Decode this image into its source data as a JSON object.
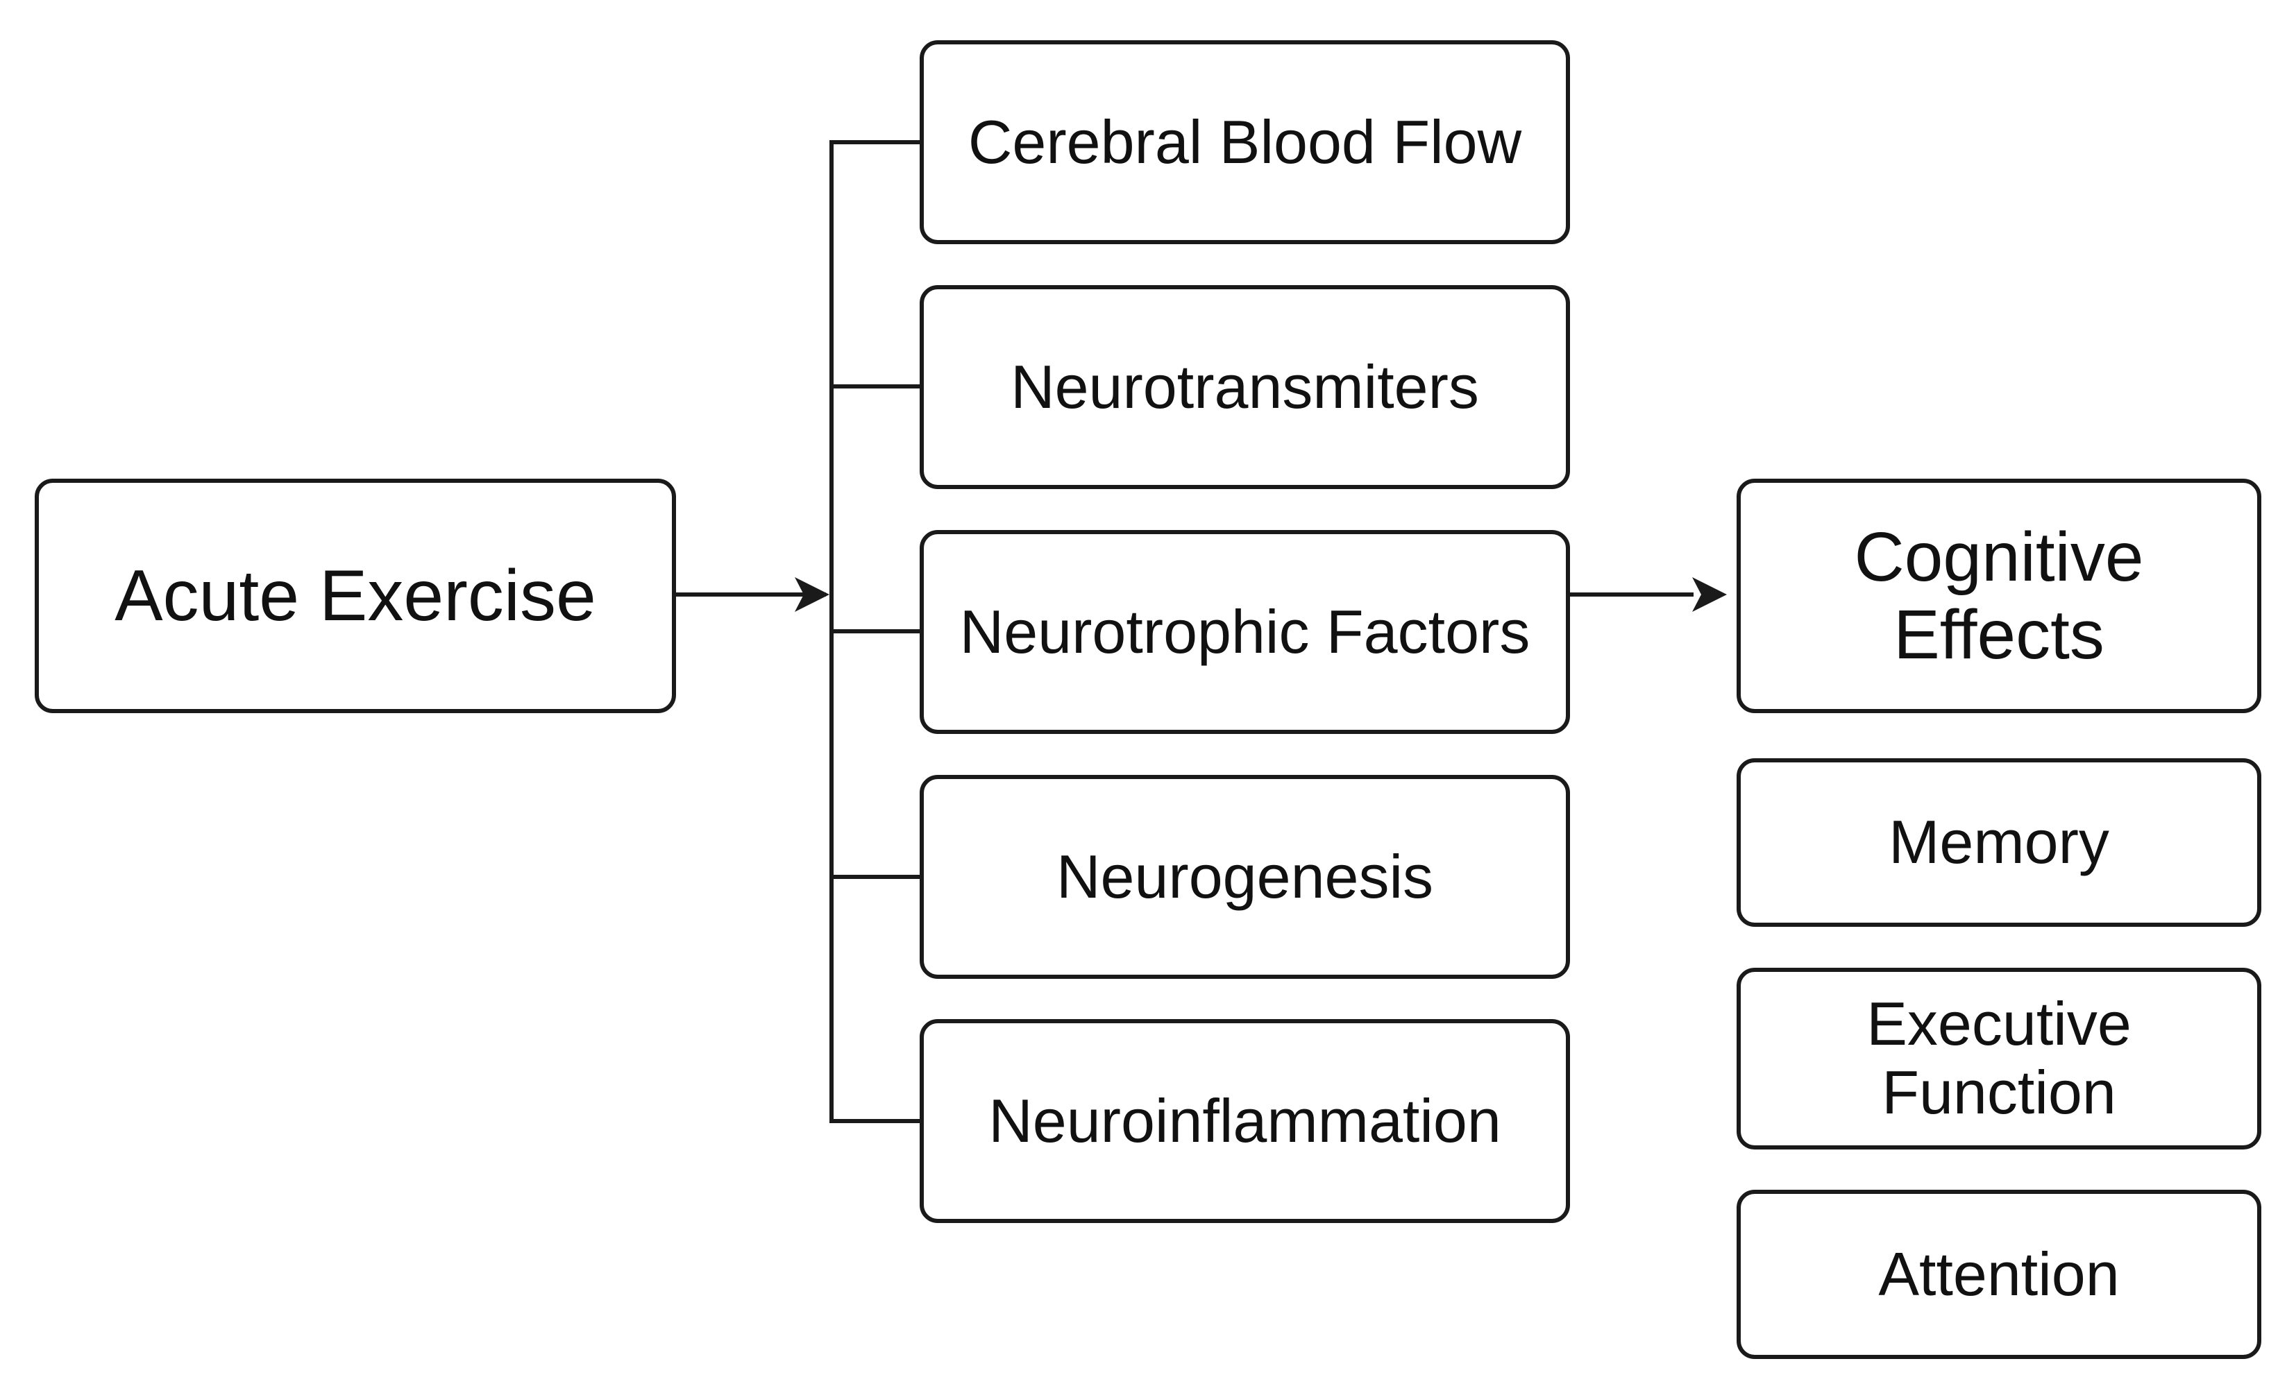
{
  "diagram": {
    "source": {
      "label": "Acute Exercise"
    },
    "mechanisms": [
      {
        "label": "Cerebral Blood Flow"
      },
      {
        "label": "Neurotransmiters"
      },
      {
        "label": "Neurotrophic Factors"
      },
      {
        "label": "Neurogenesis"
      },
      {
        "label": "Neuroinflammation"
      }
    ],
    "outcome": {
      "label": "Cognitive\nEffects"
    },
    "outcome_items": [
      {
        "label": "Memory"
      },
      {
        "label": "Executive\nFunction"
      },
      {
        "label": "Attention"
      }
    ],
    "colors": {
      "stroke": "#1a1a1a",
      "fill": "#ffffff",
      "text": "#111111"
    }
  }
}
